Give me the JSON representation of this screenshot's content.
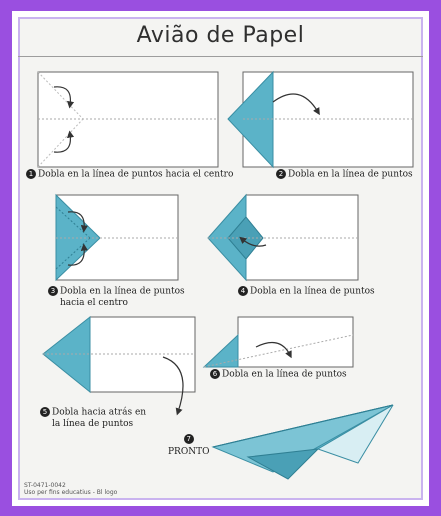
{
  "title": "Avião de Papel",
  "steps": [
    {
      "number": "1",
      "text": "Dobla en la línea de puntos hacia el centro"
    },
    {
      "number": "2",
      "text": "Dobla en la línea de puntos"
    },
    {
      "number": "3",
      "text": "Dobla en la línea de puntos",
      "text2": "hacia el centro"
    },
    {
      "number": "4",
      "text": "Dobla en la línea de puntos"
    },
    {
      "number": "5",
      "text": "Dobla hacia atrás en",
      "text2": "la línea de puntos"
    },
    {
      "number": "6",
      "text": "Dobla en la línea de puntos"
    },
    {
      "number": "7",
      "text": "PRONTO"
    }
  ],
  "footer": {
    "line1": "ST-0471-0042",
    "line2": "Uso per fins educatius - Bl logo"
  },
  "colors": {
    "frame": "#9a4fe0",
    "paper_fold": "#5bb3c8",
    "line": "#555555"
  }
}
